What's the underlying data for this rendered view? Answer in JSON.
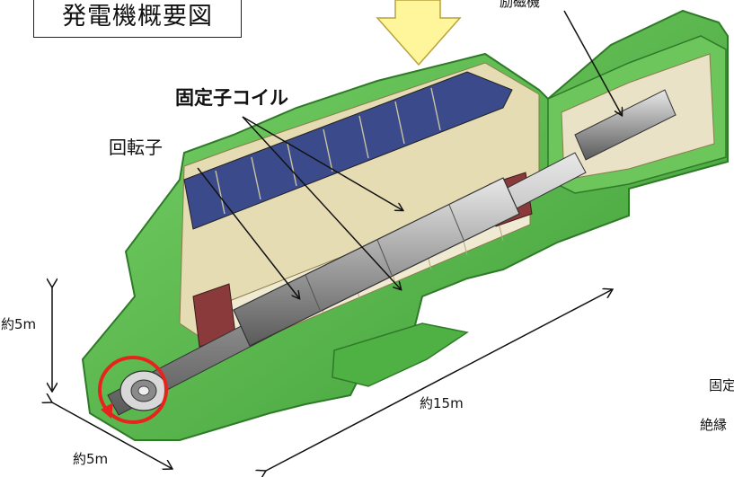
{
  "title": "発電機概要図",
  "labels": {
    "stator_coil": "固定子コイル",
    "rotor": "回転子",
    "exciter": "励磁機",
    "height": "約5m",
    "depth": "約5m",
    "length": "約15m",
    "side_note_1": "固定",
    "side_note_2": "絶縁"
  },
  "colors": {
    "casing_green": "#5fc44e",
    "casing_dark_green": "#3e9a35",
    "stator_blue": "#3a4a8a",
    "rotor_gray": "#9a9a9a",
    "arrow_yellow": "#fff59a",
    "highlight_red": "#e8231e"
  }
}
